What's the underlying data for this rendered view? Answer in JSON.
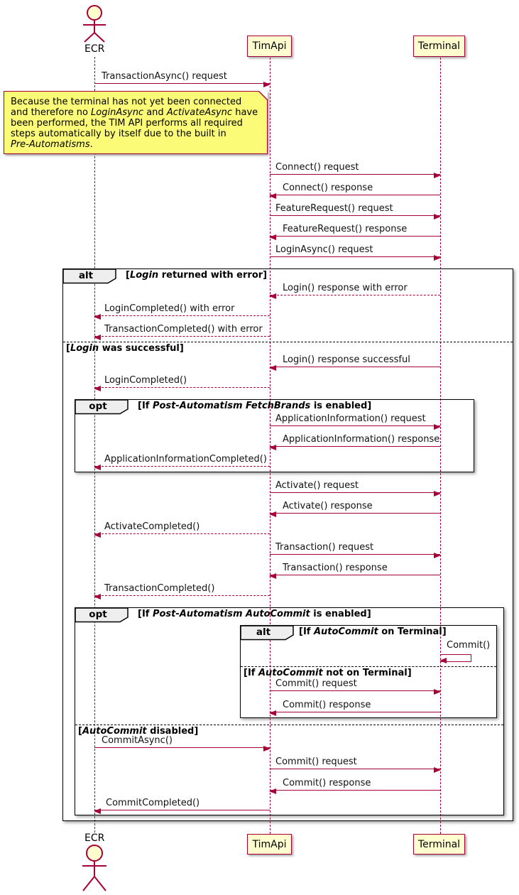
{
  "diagram_type": "uml-sequence-diagram",
  "colors": {
    "accent": "#A80036",
    "participant_fill": "#FEFECE",
    "note_fill": "#FBFB77",
    "frame_border": "#000000",
    "keyword_fill": "#EEEEEE"
  },
  "participants": [
    {
      "name": "ECR",
      "type": "actor"
    },
    {
      "name": "TimApi",
      "type": "participant"
    },
    {
      "name": "Terminal",
      "type": "participant"
    }
  ],
  "note": {
    "lines": [
      [
        {
          "t": "Because the terminal has not yet been connected"
        }
      ],
      [
        {
          "t": "and therefore no "
        },
        {
          "t": "LoginAsync",
          "i": true
        },
        {
          "t": " and "
        },
        {
          "t": "ActivateAsync",
          "i": true
        },
        {
          "t": " have"
        }
      ],
      [
        {
          "t": "been performed, the TIM API performs all required"
        }
      ],
      [
        {
          "t": "steps automatically by itself due to the built in"
        }
      ],
      [
        {
          "t": "Pre-Automatisms",
          "i": true
        },
        {
          "t": "."
        }
      ]
    ]
  },
  "frames": {
    "alt_login": {
      "keyword": "alt",
      "condition_error": [
        {
          "t": "["
        },
        {
          "t": "Login",
          "i": true
        },
        {
          "t": " returned with error]"
        }
      ],
      "condition_success": [
        {
          "t": "["
        },
        {
          "t": "Login",
          "i": true
        },
        {
          "t": " was successful]"
        }
      ]
    },
    "opt_fetchbrands": {
      "keyword": "opt",
      "condition": [
        {
          "t": "[If "
        },
        {
          "t": "Post-Automatism FetchBrands",
          "i": true
        },
        {
          "t": " is enabled]"
        }
      ]
    },
    "opt_autocommit": {
      "keyword": "opt",
      "condition": [
        {
          "t": "[If "
        },
        {
          "t": "Post-Automatism AutoCommit",
          "i": true
        },
        {
          "t": " is enabled]"
        }
      ],
      "condition_disabled": [
        {
          "t": "["
        },
        {
          "t": "AutoCommit",
          "i": true
        },
        {
          "t": " disabled]"
        }
      ]
    },
    "alt_terminal": {
      "keyword": "alt",
      "condition_on": [
        {
          "t": "[If "
        },
        {
          "t": "AutoCommit",
          "i": true
        },
        {
          "t": " on Terminal]"
        }
      ],
      "condition_not_on": [
        {
          "t": "[If "
        },
        {
          "t": "AutoCommit",
          "i": true
        },
        {
          "t": " not on Terminal]"
        }
      ]
    }
  },
  "messages": [
    {
      "label": "TransactionAsync() request",
      "from": "ECR",
      "to": "TimApi",
      "style": "solid"
    },
    {
      "label": "Connect() request",
      "from": "TimApi",
      "to": "Terminal",
      "style": "solid"
    },
    {
      "label": "Connect() response",
      "from": "Terminal",
      "to": "TimApi",
      "style": "solid"
    },
    {
      "label": "FeatureRequest() request",
      "from": "TimApi",
      "to": "Terminal",
      "style": "solid"
    },
    {
      "label": "FeatureRequest() response",
      "from": "Terminal",
      "to": "TimApi",
      "style": "solid"
    },
    {
      "label": "LoginAsync() request",
      "from": "TimApi",
      "to": "Terminal",
      "style": "solid"
    },
    {
      "label": "Login() response with error",
      "from": "Terminal",
      "to": "TimApi",
      "style": "dashed"
    },
    {
      "label": "LoginCompleted() with error",
      "from": "TimApi",
      "to": "ECR",
      "style": "dashed"
    },
    {
      "label": "TransactionCompleted() with error",
      "from": "TimApi",
      "to": "ECR",
      "style": "dashed"
    },
    {
      "label": "Login() response successful",
      "from": "Terminal",
      "to": "TimApi",
      "style": "solid"
    },
    {
      "label": "LoginCompleted()",
      "from": "TimApi",
      "to": "ECR",
      "style": "dashed"
    },
    {
      "label": "ApplicationInformation() request",
      "from": "TimApi",
      "to": "Terminal",
      "style": "solid"
    },
    {
      "label": "ApplicationInformation() response",
      "from": "Terminal",
      "to": "TimApi",
      "style": "solid"
    },
    {
      "label": "ApplicationInformationCompleted()",
      "from": "TimApi",
      "to": "ECR",
      "style": "dashed"
    },
    {
      "label": "Activate() request",
      "from": "TimApi",
      "to": "Terminal",
      "style": "solid"
    },
    {
      "label": "Activate() response",
      "from": "Terminal",
      "to": "TimApi",
      "style": "solid"
    },
    {
      "label": "ActivateCompleted()",
      "from": "TimApi",
      "to": "ECR",
      "style": "dashed"
    },
    {
      "label": "Transaction() request",
      "from": "TimApi",
      "to": "Terminal",
      "style": "solid"
    },
    {
      "label": "Transaction() response",
      "from": "Terminal",
      "to": "TimApi",
      "style": "solid"
    },
    {
      "label": "TransactionCompleted()",
      "from": "TimApi",
      "to": "ECR",
      "style": "dashed"
    },
    {
      "label": "Commit()",
      "from": "Terminal",
      "to": "Terminal",
      "style": "solid"
    },
    {
      "label": "Commit() request",
      "from": "TimApi",
      "to": "Terminal",
      "style": "solid"
    },
    {
      "label": "Commit() response",
      "from": "Terminal",
      "to": "TimApi",
      "style": "solid"
    },
    {
      "label": "CommitAsync()",
      "from": "ECR",
      "to": "TimApi",
      "style": "solid"
    },
    {
      "label": "Commit() request",
      "from": "TimApi",
      "to": "Terminal",
      "style": "solid"
    },
    {
      "label": "Commit() response",
      "from": "Terminal",
      "to": "TimApi",
      "style": "solid"
    },
    {
      "label": "CommitCompleted()",
      "from": "TimApi",
      "to": "ECR",
      "style": "solid"
    }
  ]
}
